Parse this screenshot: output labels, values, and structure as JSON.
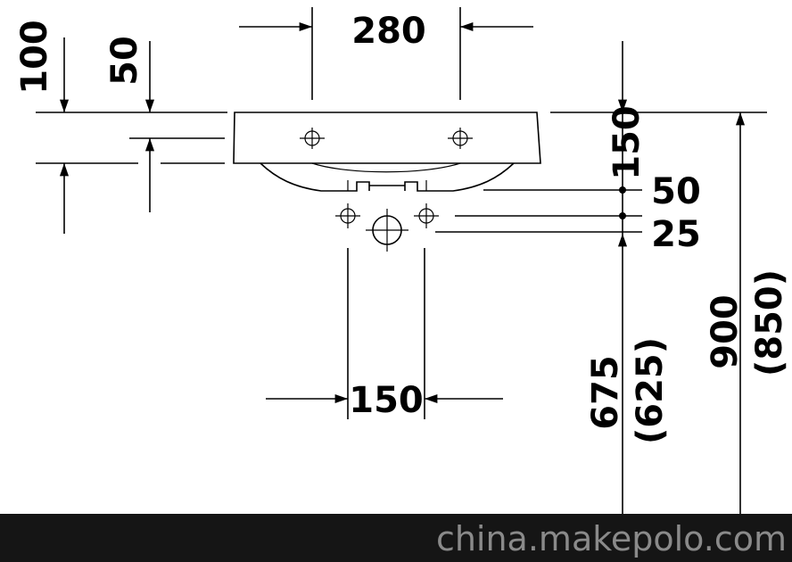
{
  "dimensions": {
    "tap_hole_spacing": "280",
    "top_offset_total": "100",
    "top_offset_partial": "50",
    "basin_height": "150",
    "drain_offset_1": "50",
    "drain_offset_2": "25",
    "trap_spacing": "150",
    "trap_height": "675",
    "trap_height_alt": "(625)",
    "rim_height": "900",
    "rim_height_alt": "(850)"
  },
  "footer": {
    "watermark": "china.makepolo.com"
  },
  "colors": {
    "ink": "#000000",
    "footer_bg": "#151515",
    "watermark": "#8a8a8a"
  }
}
